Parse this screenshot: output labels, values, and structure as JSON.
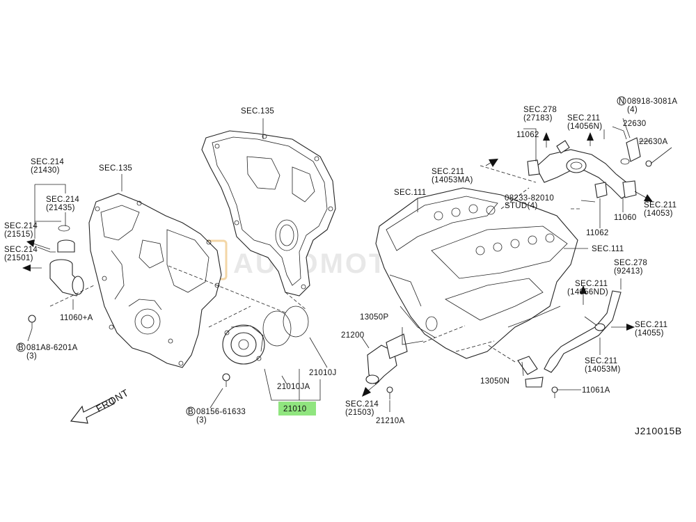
{
  "diagram_id": "J210015B",
  "watermark": "AUTOMOTIVE",
  "front_label": "FRONT",
  "highlight_color": "#90e57f",
  "callouts": {
    "sec214_21430_a": "SEC.214",
    "sec214_21430_b": "(21430)",
    "sec214_21435_a": "SEC.214",
    "sec214_21435_b": "(21435)",
    "sec214_21515_a": "SEC.214",
    "sec214_21515_b": "(21515)",
    "sec214_21501_a": "SEC.214",
    "sec214_21501_b": "(21501)",
    "p11060a": "11060+A",
    "b081a8_a": "081A8-6201A",
    "b081a8_b": "(3)",
    "sec135_left": "SEC.135",
    "sec135_mid": "SEC.135",
    "b08156_a": "08156-61633",
    "b08156_b": "(3)",
    "p21010ja": "21010JA",
    "p21010j": "21010J",
    "p21010": "21010",
    "sec111_top": "SEC.111",
    "sec111_right": "SEC.111",
    "sec211_14053ma_a": "SEC.211",
    "sec211_14053ma_b": "(14053MA)",
    "sec278_27183_a": "SEC.278",
    "sec278_27183_b": "(27183)",
    "p11062_top": "11062",
    "sec211_14056n_a": "SEC.211",
    "sec211_14056n_b": "(14056N)",
    "n08918_a": "08918-3081A",
    "n08918_b": "(4)",
    "p22630": "22630",
    "p22630a": "22630A",
    "p08233_a": "08233-82010",
    "p08233_b": "STUD(4)",
    "sec211_14053_a": "SEC.211",
    "sec211_14053_b": "(14053)",
    "p11062_bot": "11062",
    "p11060": "11060",
    "sec278_92413_a": "SEC.278",
    "sec278_92413_b": "(92413)",
    "sec211_14056nd_a": "SEC.211",
    "sec211_14056nd_b": "(14056ND)",
    "sec211_14055_a": "SEC.211",
    "sec211_14055_b": "(14055)",
    "sec211_14053m_a": "SEC.211",
    "sec211_14053m_b": "(14053M)",
    "p11061a": "11061A",
    "p13050p": "13050P",
    "p21200": "21200",
    "p13050n": "13050N",
    "sec214_21503_a": "SEC.214",
    "sec214_21503_b": "(21503)",
    "p21210a": "21210A",
    "circle_b": "B",
    "circle_n": "N"
  }
}
